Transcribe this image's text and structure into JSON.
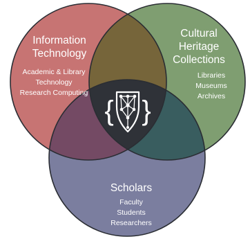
{
  "circles": [
    {
      "id": "information-technology",
      "title_lines": [
        "Information",
        "Technology"
      ],
      "items": [
        "Academic & Library",
        "Technology",
        "Research Computing"
      ],
      "fill": "#c77473"
    },
    {
      "id": "cultural-heritage-collections",
      "title_lines": [
        "Cultural",
        "Heritage",
        "Collections"
      ],
      "items": [
        "Libraries",
        "Museums",
        "Archives"
      ],
      "fill": "#7f9e71"
    },
    {
      "id": "scholars",
      "title_lines": [
        "Scholars"
      ],
      "items": [
        "Faculty",
        "Students",
        "Researchers"
      ],
      "fill": "#7b7e9f"
    }
  ],
  "overlap_colors": {
    "it_and_heritage": "#76653a",
    "it_and_scholars": "#744a64",
    "heritage_and_scholars": "#395d5f",
    "center": "#2f3238"
  },
  "outline_color": "#2a2d33",
  "center_icon": "shield-network-icon",
  "center_icon_braces": [
    "{",
    "}"
  ]
}
